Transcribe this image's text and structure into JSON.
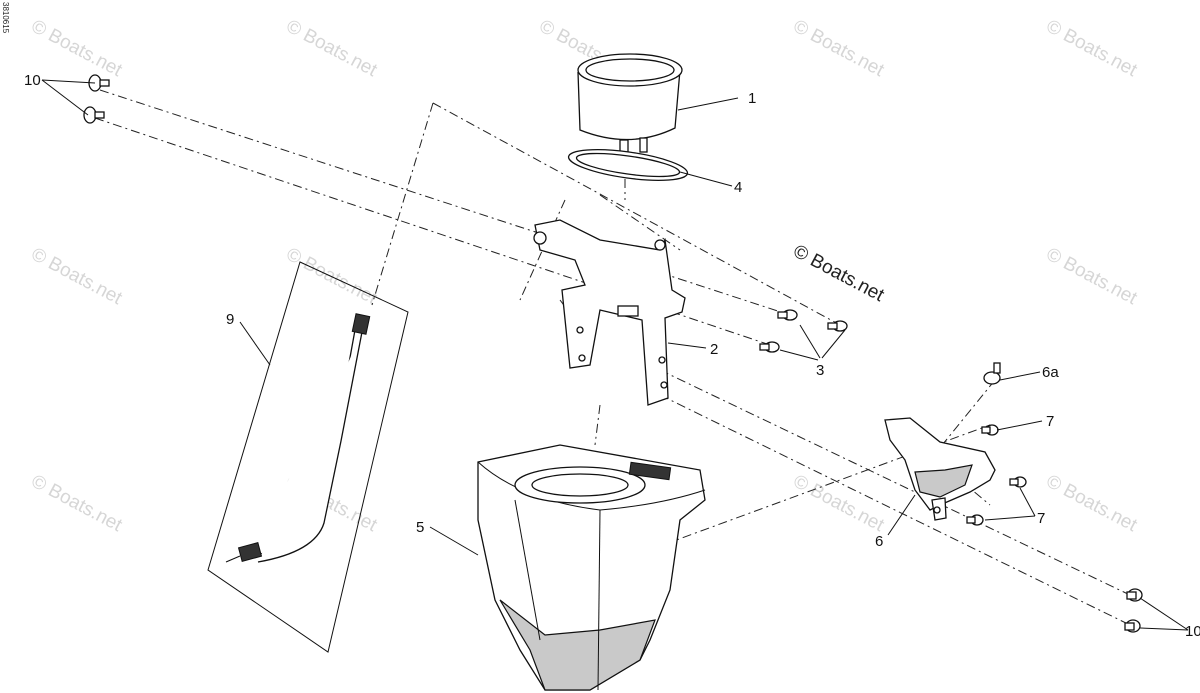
{
  "diagram": {
    "side_code": "3810615",
    "watermark_text": "© Boats.net",
    "callouts": {
      "c1": "1",
      "c2": "2",
      "c3": "3",
      "c4": "4",
      "c5": "5",
      "c6": "6",
      "c6a": "6a",
      "c7a": "7",
      "c7b": "7",
      "c9": "9",
      "c10a": "10",
      "c10b": "10"
    }
  }
}
